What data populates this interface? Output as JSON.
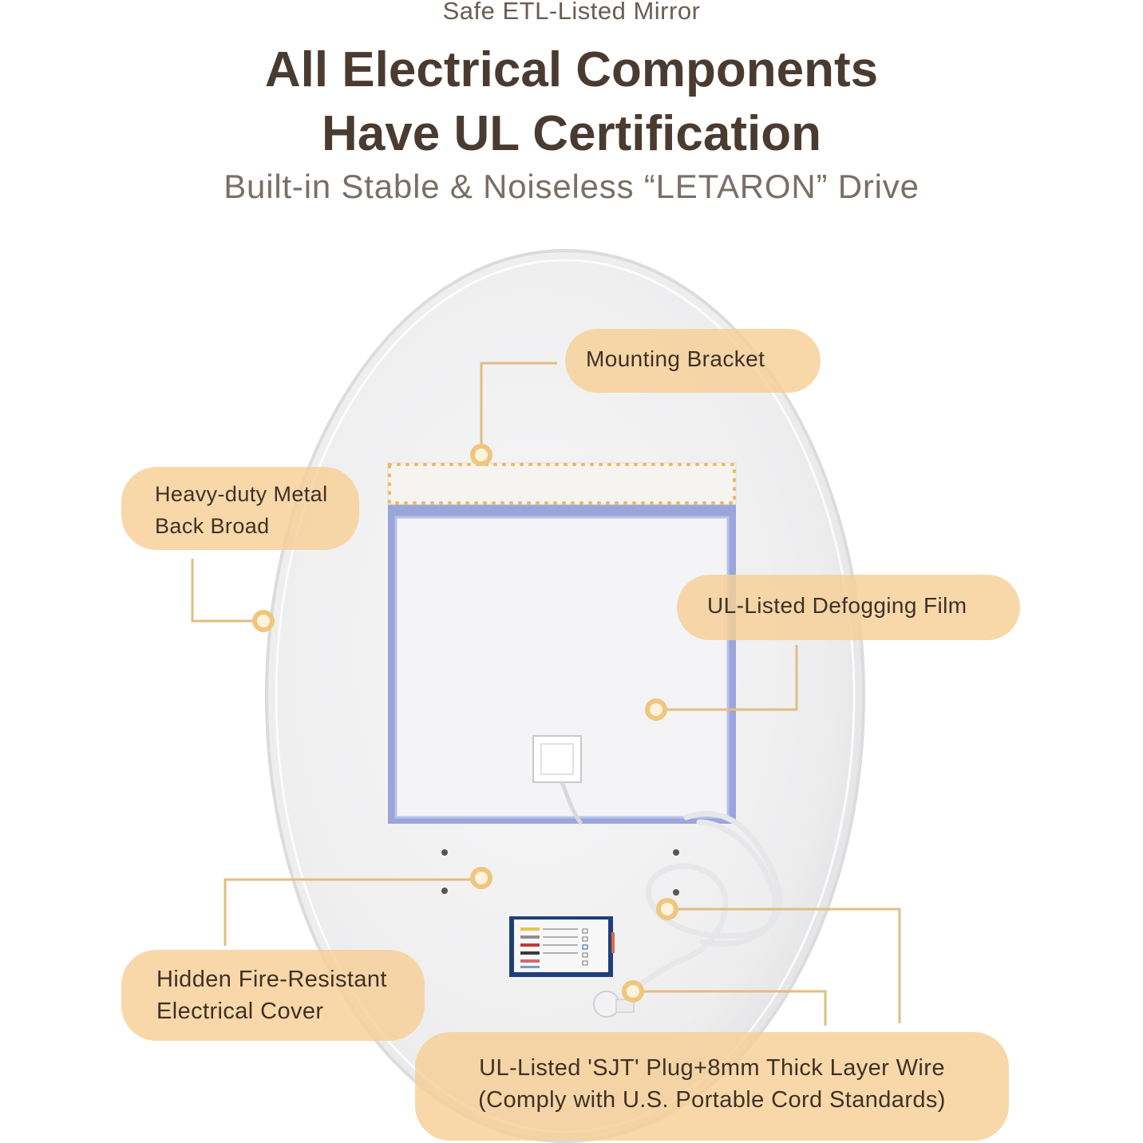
{
  "header": {
    "tagline": "Safe ETL-Listed Mirror",
    "title_line1": "All Electrical Components",
    "title_line2": "Have UL Certification",
    "subtitle": "Built-in Stable & Noiseless “LETARON” Drive"
  },
  "callouts": {
    "mounting_bracket": "Mounting Bracket",
    "metal_back_line1": "Heavy-duty Metal",
    "metal_back_line2": "Back Broad",
    "defogging_film": "UL-Listed Defogging Film",
    "electrical_cover_line1": "Hidden Fire-Resistant",
    "electrical_cover_line2": "Electrical Cover",
    "plug_line1": "UL-Listed 'SJT' Plug+8mm Thick Layer Wire",
    "plug_line2": "(Comply with U.S. Portable Cord Standards)"
  },
  "colors": {
    "accent_pill": "#f6d096",
    "leader_line": "#e2bd82",
    "heading_text": "#4a3b31"
  }
}
